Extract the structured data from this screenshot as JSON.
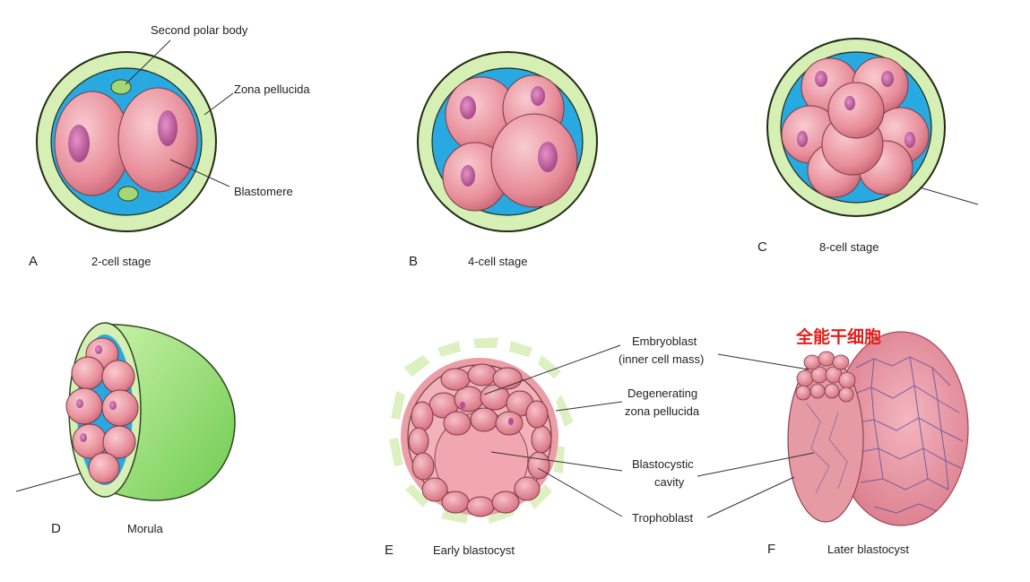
{
  "panels": {
    "a": {
      "letter": "A",
      "caption": "2-cell stage"
    },
    "b": {
      "letter": "B",
      "caption": "4-cell stage"
    },
    "c": {
      "letter": "C",
      "caption": "8-cell stage"
    },
    "d": {
      "letter": "D",
      "caption": "Morula"
    },
    "e": {
      "letter": "E",
      "caption": "Early blastocyst"
    },
    "f": {
      "letter": "F",
      "caption": "Later blastocyst"
    }
  },
  "labels": {
    "second_polar_body": "Second polar body",
    "zona_pellucida": "Zona pellucida",
    "blastomere": "Blastomere",
    "embryoblast_1": "Embryoblast",
    "embryoblast_2": "(inner cell mass)",
    "degenerating_1": "Degenerating",
    "degenerating_2": "zona pellucida",
    "blastocystic_1": "Blastocystic",
    "blastocystic_2": "cavity",
    "trophoblast": "Trophoblast",
    "totipotent_cn": "全能干细胞"
  },
  "colors": {
    "zona": "#d6efb4",
    "zona_stroke": "#1f2b12",
    "fluid": "#29a9e1",
    "cell": "#e88e9a",
    "cell_light": "#f8c6cc",
    "nucleus": "#c25c9c",
    "polar_body": "#a6d777",
    "green_shell": "#96dd74",
    "annotation_red": "#e0201c"
  }
}
